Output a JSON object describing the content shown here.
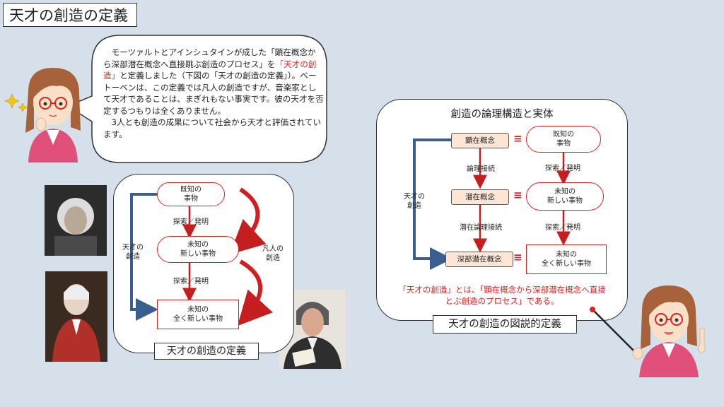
{
  "title": "天才の創造の定義",
  "speech": {
    "paragraphs": [
      [
        {
          "text": "モーツァルトとアインシュタインが成した「顕在概念から深部潜在概念へ直接跳ぶ創造のプロセス」を",
          "red": false
        },
        {
          "text": "「天才の創造」",
          "red": true
        },
        {
          "text": "と定義しました（下図の「天才の創造の定義」）。ベートーベンは、この定義では凡人の創造ですが、音楽家として天才であることは、まぎれもない事実です。彼の天才を否定するつもりは全くありません。",
          "red": false
        }
      ],
      [
        {
          "text": "3人とも創造の成果について社会から天才と評価されています。",
          "red": false
        }
      ]
    ]
  },
  "left_diagram": {
    "caption": "天才の創造の定義",
    "node_known": "既知の\n事物",
    "node_unknown_new": "未知の\n新しい事物",
    "node_unknown_all_new": "未知の\n全く新しい事物",
    "label_search_1": "探索／発明",
    "label_search_2": "探索／発明",
    "label_genius": "天才の\n創造",
    "label_ordinary": "凡人の\n創造"
  },
  "right_diagram": {
    "title": "創造の論理構造と実体",
    "caption": "天才の創造の図説的定義",
    "concept_manifest": "顕在概念",
    "concept_latent": "潜在概念",
    "concept_deep_latent": "深部潜在概念",
    "label_logical_link": "論理接続",
    "label_latent_logical_link": "潜在論理接続",
    "label_genius": "天才の\n創造",
    "equiv_symbol": "≡",
    "node_known": "既知の\n事物",
    "node_unknown_new": "未知の\n新しい事物",
    "node_unknown_all_new": "未知の\n全く新しい事物",
    "label_search_1": "探索／発明",
    "label_search_2": "探索／発明",
    "definition_text": "「天才の創造」とは、「顕在概念から深部潜在概念へ直接とぶ創造のプロセス」である。"
  },
  "colors": {
    "background": "#d6e0ea",
    "accent_red": "#d22222",
    "genius_arrow": "#3a5f8f",
    "concept_fill": "#fde6d6"
  },
  "icons": [
    "sparkle-icon",
    "teacher-character-icon",
    "pointer-stick-icon"
  ]
}
